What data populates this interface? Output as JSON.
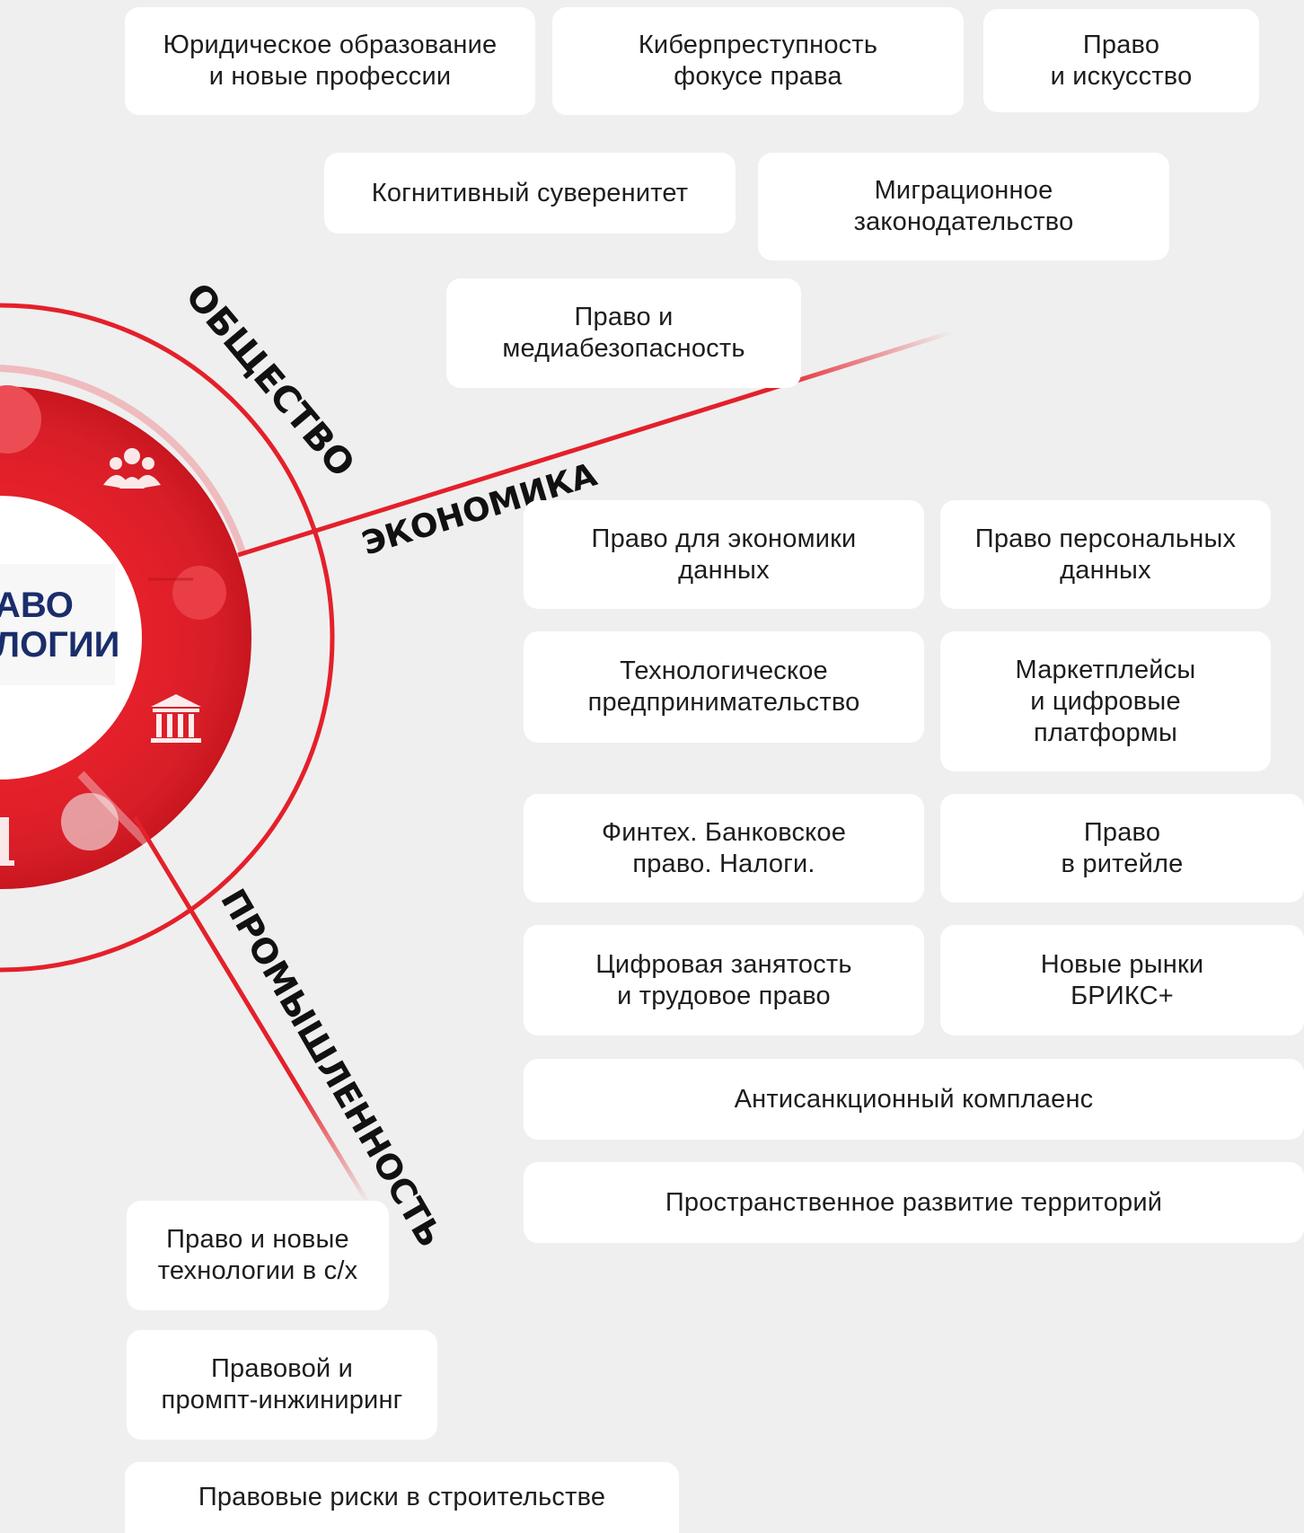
{
  "center": {
    "line1": "АВО",
    "line2": "ЛОГИИ"
  },
  "sectors": {
    "society": "ОБЩЕСТВО",
    "economy": "ЭКОНОМИКА",
    "industry": "ПРОМЫШЛЕННОСТЬ"
  },
  "colors": {
    "accent": "#e4202a",
    "dark_text": "#1d1d1f",
    "navy": "#1a2d6b"
  },
  "icons": [
    "people-icon",
    "bank-icon",
    "factory-icon"
  ],
  "cards": {
    "legal_education": "Юридическое образование\nи новые профессии",
    "cybercrime": "Киберпреступность\nфокусе права",
    "law_art": "Право\nи искусство",
    "cognitive": "Когнитивный суверенитет",
    "migration": "Миграционное\nзаконодательство",
    "media_security": "Право и\nмедиабезопасность",
    "data_economy": "Право для экономики\nданных",
    "personal_data": "Право персональных\nданных",
    "tech_entrepreneurship": "Технологическое\nпредпринимательство",
    "marketplaces": "Маркетплейсы\nи цифровые\nплатформы",
    "fintech": "Финтех. Банковское\nправо. Налоги.",
    "retail": "Право\nв ритейле",
    "digital_employment": "Цифровая занятость\nи трудовое право",
    "brics": "Новые рынки\nБРИКС+",
    "sanctions": "Антисанкционный комплаенс",
    "territory": "Пространственное развитие территорий",
    "agro": "Право и новые\nтехнологии в с/х",
    "prompt": "Правовой и\nпромпт-инжиниринг",
    "construction": "Правовые риски в строительстве"
  }
}
